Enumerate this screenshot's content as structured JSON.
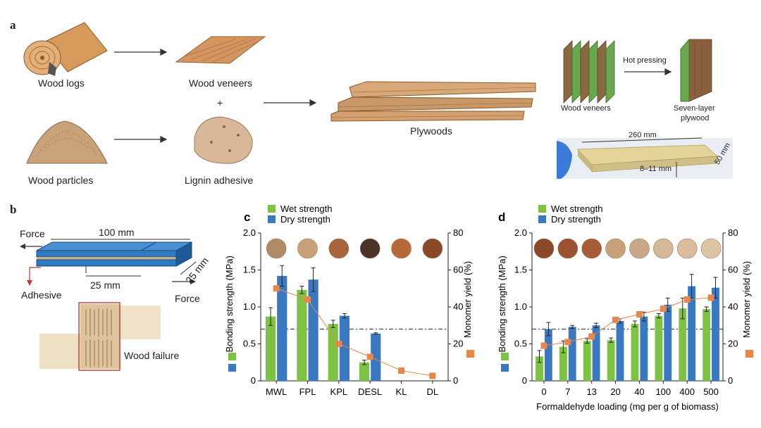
{
  "panel_a": {
    "letter": "a",
    "labels": {
      "wood_logs": "Wood logs",
      "wood_veneers": "Wood veneers",
      "plus": "+",
      "wood_particles": "Wood particles",
      "lignin_adhesive": "Lignin adhesive",
      "plywoods": "Plywoods",
      "veneers_small": "Wood veneers",
      "hot_pressing": "Hot pressing",
      "seven_layer": "Seven-layer",
      "plywood": "plywood",
      "dim_260": "260 mm",
      "dim_thick": "8–11 mm",
      "dim_50": "50 mm"
    },
    "colors": {
      "wood": "#c98a4f",
      "wood_light": "#e2b98a",
      "veneer_green": "#6aa84f",
      "glove_blue": "#3d7bd9"
    }
  },
  "panel_b": {
    "letter": "b",
    "labels": {
      "force_left": "Force",
      "force_right": "Force",
      "len_100": "100 mm",
      "len_25": "25 mm",
      "width_25": "25 mm",
      "adhesive": "Adhesive",
      "wood_failure": "Wood failure"
    },
    "colors": {
      "specimen": "#2f7ac0",
      "arrow": "#c0392b"
    }
  },
  "chart_data": [
    {
      "id": "c",
      "type": "bar",
      "letter": "c",
      "categories": [
        "MWL",
        "FPL",
        "KPL",
        "DESL",
        "KL",
        "DL"
      ],
      "series": [
        {
          "name": "Wet strength",
          "color": "#7dc242",
          "values": [
            0.87,
            1.23,
            0.77,
            0.25,
            null,
            null
          ],
          "errors": [
            0.12,
            0.05,
            0.05,
            0.03,
            null,
            null
          ]
        },
        {
          "name": "Dry strength",
          "color": "#3a78c2",
          "values": [
            1.42,
            1.37,
            0.88,
            0.64,
            null,
            null
          ],
          "errors": [
            0.14,
            0.16,
            0.03,
            0.01,
            null,
            null
          ]
        }
      ],
      "secondary": {
        "name": "Monomer yield",
        "color": "#e8874a",
        "values": [
          50,
          44,
          20,
          13,
          5.5,
          2.7
        ]
      },
      "ylabel": "Bonding strength (MPa)",
      "y2label": "Monomer yield (%)",
      "ylim": [
        0,
        2.0
      ],
      "y2lim": [
        0,
        80
      ],
      "yticks": [
        "0",
        "0.5",
        "1.0",
        "1.5",
        "2.0"
      ],
      "y2ticks": [
        "0",
        "20",
        "40",
        "60",
        "80"
      ],
      "xlabel": "",
      "threshold": 0.7,
      "sample_colors": [
        "#b08a66",
        "#c8a07a",
        "#a8643a",
        "#4a3428",
        "#b66a3a",
        "#8a4a2a"
      ]
    },
    {
      "id": "d",
      "type": "bar",
      "letter": "d",
      "categories": [
        "0",
        "7",
        "13",
        "20",
        "40",
        "100",
        "400",
        "500"
      ],
      "series": [
        {
          "name": "Wet strength",
          "color": "#7dc242",
          "values": [
            0.33,
            0.46,
            0.54,
            0.55,
            0.77,
            0.88,
            0.98,
            0.97
          ],
          "errors": [
            0.08,
            0.08,
            0.03,
            0.03,
            0.04,
            0.03,
            0.14,
            0.03
          ]
        },
        {
          "name": "Dry strength",
          "color": "#3a78c2",
          "values": [
            0.7,
            0.73,
            0.75,
            0.81,
            0.87,
            1.03,
            1.28,
            1.26
          ],
          "errors": [
            0.09,
            0.02,
            0.03,
            0.03,
            0.06,
            0.09,
            0.16,
            0.14
          ]
        }
      ],
      "secondary": {
        "name": "Monomer yield",
        "color": "#e8874a",
        "values": [
          19,
          21,
          24,
          33,
          36,
          39,
          44,
          45
        ]
      },
      "ylabel": "Bonding strength (MPa)",
      "y2label": "Monomer yield (%)",
      "ylim": [
        0,
        2.0
      ],
      "y2lim": [
        0,
        80
      ],
      "yticks": [
        "0",
        "0.5",
        "1.0",
        "1.5",
        "2.0"
      ],
      "y2ticks": [
        "0",
        "20",
        "40",
        "60",
        "80"
      ],
      "xlabel": "Formaldehyde loading (mg per g of biomass)",
      "threshold": 0.7,
      "sample_colors": [
        "#8a4a2a",
        "#9a5230",
        "#a85c36",
        "#c8a07a",
        "#c8a888",
        "#d4b898",
        "#d8bc9c",
        "#dcc4a4"
      ]
    }
  ]
}
